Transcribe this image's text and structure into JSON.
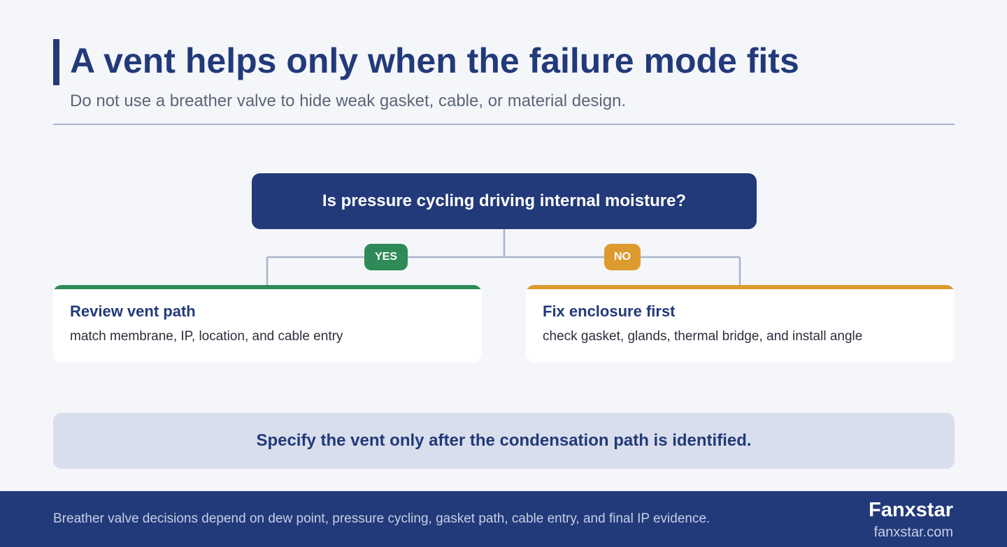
{
  "header": {
    "title": "A vent helps only when the failure mode fits",
    "subtitle": "Do not use a breather valve to hide weak gasket, cable, or material design."
  },
  "decision": {
    "question": "Is pressure cycling driving internal moisture?",
    "yes_label": "YES",
    "no_label": "NO"
  },
  "outcomes": {
    "yes": {
      "title": "Review vent path",
      "description": "match membrane, IP, location, and cable entry"
    },
    "no": {
      "title": "Fix enclosure first",
      "description": "check gasket, glands, thermal bridge, and install angle"
    }
  },
  "summary": "Specify the vent only after the condensation path is identified.",
  "footer": {
    "note": "Breather valve decisions depend on dew point, pressure cycling, gasket path, cable entry, and final IP evidence.",
    "brand": "Fanxstar",
    "url": "fanxstar.com"
  },
  "colors": {
    "primary": "#223a7a",
    "yes": "#2e8a56",
    "no": "#dd9b2e",
    "connector": "#a9b5cc",
    "background": "#f4f6fa"
  }
}
